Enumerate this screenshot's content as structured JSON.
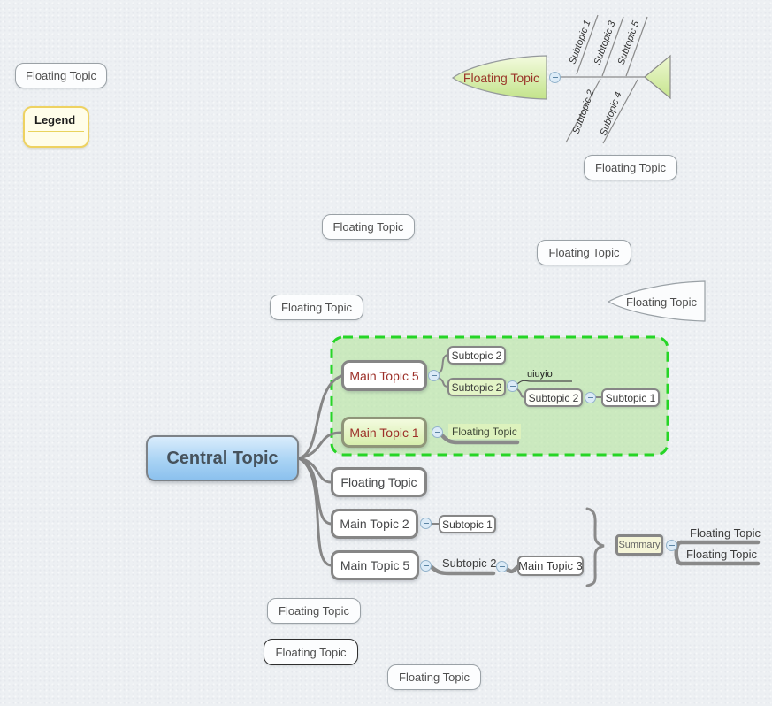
{
  "canvas": {
    "background": "#edf0f3"
  },
  "palette": {
    "branch_gray": "#868686",
    "boundary_green": "#26d526",
    "boundary_fill": "rgba(174,228,148,0.55)",
    "central_fill_top": "#d9ecfc",
    "central_fill_bottom": "#8cc1ee",
    "main_topic_red_text": "#9c2f28",
    "leaf_green_top": "#f4fbdf",
    "leaf_green_bottom": "#c3e38a",
    "legend_fill": "#fffde9",
    "legend_border": "#eed261",
    "summary_fill": "#f5f5d8",
    "highlight_green": "#ddf2bd",
    "handle_fill": "#dcebf7"
  },
  "topics": {
    "floating_top_left": "Floating Topic",
    "legend_title": "Legend",
    "fishbone_root": "Floating Topic",
    "fishbone_sub1": "Subtopic 1",
    "fishbone_sub2": "Subtopic 2",
    "fishbone_sub3": "Subtopic 3",
    "fishbone_sub4": "Subtopic 4",
    "fishbone_sub5": "Subtopic 5",
    "floating_upper_right": "Floating Topic",
    "floating_mid_1": "Floating Topic",
    "floating_mid_2": "Floating Topic",
    "floating_mid_3": "Floating Topic",
    "floating_leaf_right": "Floating Topic",
    "central": "Central Topic",
    "main_topic_5a": "Main Topic 5",
    "subtopic_2a": "Subtopic 2",
    "subtopic_2b": "Subtopic 2",
    "relationship_label": "uiuyio",
    "subtopic_2c": "Subtopic 2",
    "subtopic_1a": "Subtopic 1",
    "main_topic_1": "Main Topic 1",
    "floating_label_green": "Floating Topic",
    "floating_main": "Floating Topic",
    "main_topic_2": "Main Topic 2",
    "subtopic_1b": "Subtopic 1",
    "main_topic_5b": "Main Topic 5",
    "subtopic_2d": "Subtopic 2",
    "main_topic_3": "Main Topic 3",
    "summary": "Summary",
    "summary_floating_1": "Floating Topic",
    "summary_floating_2": "Floating Topic",
    "floating_bottom_1": "Floating Topic",
    "floating_bottom_2": "Floating Topic",
    "floating_bottom_3": "Floating Topic"
  }
}
